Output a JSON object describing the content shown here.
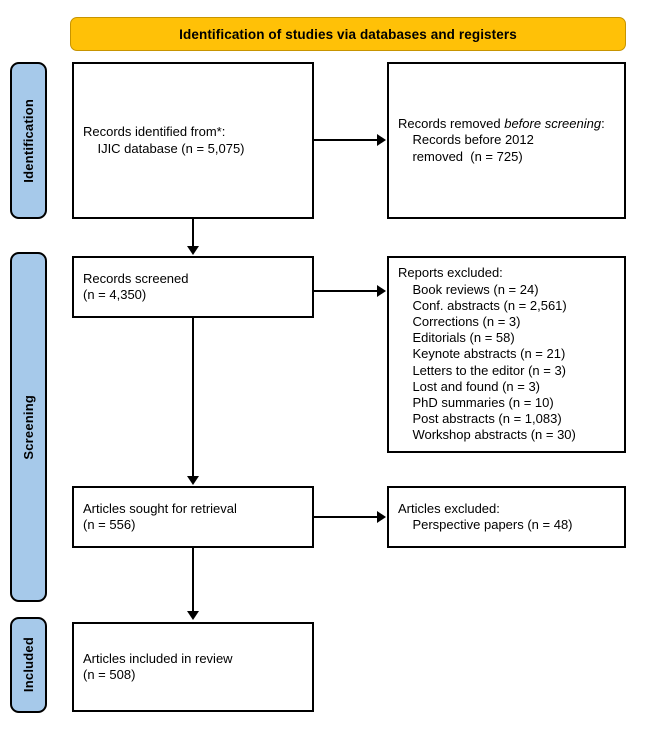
{
  "banner": {
    "title": "Identification of studies via databases and registers"
  },
  "stages": [
    {
      "name": "identification",
      "label": "Identification"
    },
    {
      "name": "screening",
      "label": "Screening"
    },
    {
      "name": "included",
      "label": "Included"
    }
  ],
  "boxes": {
    "identified": {
      "line1": "Records identified from*:",
      "line2": "    IJIC database (n = 5,075)"
    },
    "removed": {
      "prefix": "Records removed ",
      "italic": "before screening",
      "suffix": ":",
      "line2": "    Records before 2012",
      "line3": "    removed  (n = 725)"
    },
    "screened": {
      "line1": "Records screened",
      "line2": "(n = 4,350)"
    },
    "reports_excluded": {
      "heading": "Reports excluded:",
      "items": [
        "    Book reviews (n = 24)",
        "    Conf. abstracts (n = 2,561)",
        "    Corrections (n = 3)",
        "    Editorials (n = 58)",
        "    Keynote abstracts (n = 21)",
        "    Letters to the editor (n = 3)",
        "    Lost and found (n = 3)",
        "    PhD summaries (n = 10)",
        "    Post abstracts (n = 1,083)",
        "    Workshop abstracts (n = 30)"
      ]
    },
    "sought": {
      "line1": "Articles sought for retrieval",
      "line2": "(n = 556)"
    },
    "articles_excluded": {
      "line1": "Articles excluded:",
      "line2": "    Perspective papers (n = 48)"
    },
    "included": {
      "line1": "Articles included in review",
      "line2": "(n = 508)"
    }
  },
  "colors": {
    "banner_fill": "#FFC107",
    "stage_fill": "#A6C9EA",
    "box_border": "#000000",
    "box_fill": "#FFFFFF"
  }
}
